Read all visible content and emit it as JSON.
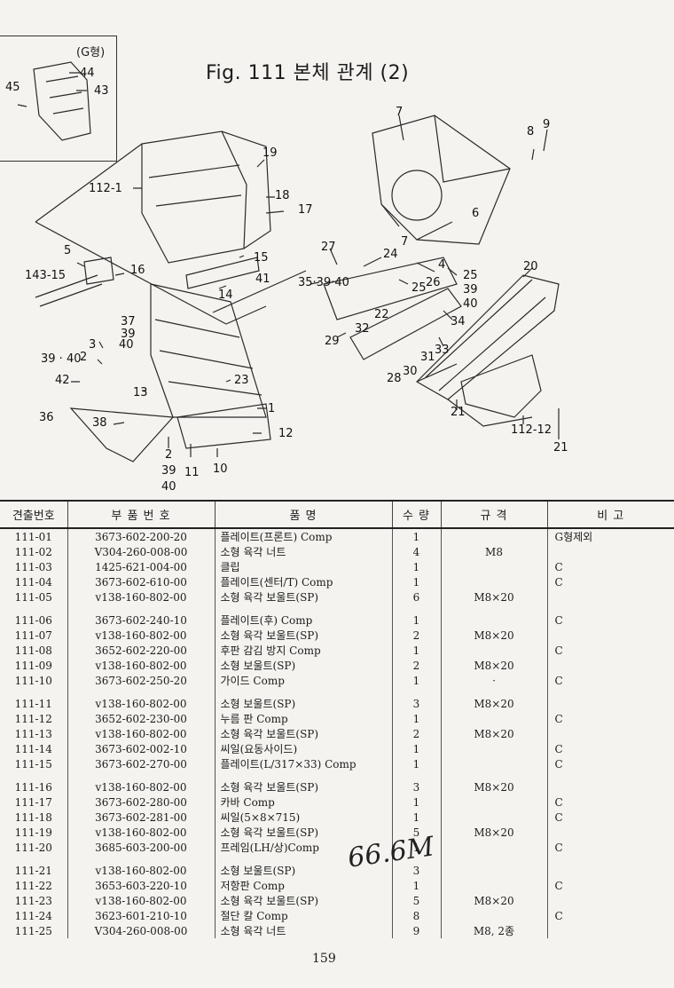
{
  "figure": {
    "title": "Fig. 111  본체 관계 (2)",
    "inset_label": "(G형)"
  },
  "callouts": [
    "44",
    "43",
    "45",
    "7",
    "8",
    "9",
    "112-1",
    "19",
    "18",
    "17",
    "6",
    "7",
    "27",
    "24",
    "4",
    "25",
    "20",
    "15",
    "143-15",
    "16",
    "5",
    "14",
    "41",
    "35·39·40",
    "26",
    "25",
    "39",
    "40",
    "37",
    "39",
    "40",
    "22",
    "32",
    "34",
    "29",
    "31",
    "33",
    "3",
    "39 · 40",
    "2",
    "30",
    "28",
    "42",
    "23",
    "13",
    "1",
    "21",
    "36",
    "38",
    "112-12",
    "12",
    "21",
    "2",
    "39",
    "40",
    "11",
    "10"
  ],
  "table": {
    "headers": [
      "견출번호",
      "부 품 번 호",
      "품          명",
      "수  량",
      "규    격",
      "비  고"
    ],
    "rows": [
      [
        "111-01",
        "3673-602-200-20",
        "플레이트(프론트) Comp",
        "1",
        "",
        "G형제외"
      ],
      [
        "111-02",
        "V304-260-008-00",
        "소형 육각 너트",
        "4",
        "M8",
        ""
      ],
      [
        "111-03",
        "1425-621-004-00",
        "클립",
        "1",
        "",
        "C"
      ],
      [
        "111-04",
        "3673-602-610-00",
        "플레이트(센터/T) Comp",
        "1",
        "",
        "C"
      ],
      [
        "111-05",
        "v138-160-802-00",
        "소형 육각 보울트(SP)",
        "6",
        "M8×20",
        ""
      ],
      [
        "111-06",
        "3673-602-240-10",
        "플레이트(후) Comp",
        "1",
        "",
        "C"
      ],
      [
        "111-07",
        "v138-160-802-00",
        "소형 육각 보울트(SP)",
        "2",
        "M8×20",
        ""
      ],
      [
        "111-08",
        "3652-602-220-00",
        "후판 감김 방지 Comp",
        "1",
        "",
        "C"
      ],
      [
        "111-09",
        "v138-160-802-00",
        "소형 보울트(SP)",
        "2",
        "M8×20",
        ""
      ],
      [
        "111-10",
        "3673-602-250-20",
        "가이드 Comp",
        "1",
        "·",
        "C"
      ],
      [
        "111-11",
        "v138-160-802-00",
        "소형 보울트(SP)",
        "3",
        "M8×20",
        ""
      ],
      [
        "111-12",
        "3652-602-230-00",
        "누름 판 Comp",
        "1",
        "",
        "C"
      ],
      [
        "111-13",
        "v138-160-802-00",
        "소형 육각 보울트(SP)",
        "2",
        "M8×20",
        ""
      ],
      [
        "111-14",
        "3673-602-002-10",
        "씨일(요동사이드)",
        "1",
        "",
        "C"
      ],
      [
        "111-15",
        "3673-602-270-00",
        "플레이트(L/317×33) Comp",
        "1",
        "",
        "C"
      ],
      [
        "111-16",
        "v138-160-802-00",
        "소형 육각 보울트(SP)",
        "3",
        "M8×20",
        ""
      ],
      [
        "111-17",
        "3673-602-280-00",
        "카바 Comp",
        "1",
        "",
        "C"
      ],
      [
        "111-18",
        "3673-602-281-00",
        "씨일(5×8×715)",
        "1",
        "",
        "C"
      ],
      [
        "111-19",
        "v138-160-802-00",
        "소형 육각 보울트(SP)",
        "5",
        "M8×20",
        ""
      ],
      [
        "111-20",
        "3685-603-200-00",
        "프레임(LH/상)Comp",
        "1",
        "",
        "C"
      ],
      [
        "111-21",
        "v138-160-802-00",
        "소형 보울트(SP)",
        "3",
        "",
        ""
      ],
      [
        "111-22",
        "3653-603-220-10",
        "저항판 Comp",
        "1",
        "",
        "C"
      ],
      [
        "111-23",
        "v138-160-802-00",
        "소형 육각 보울트(SP)",
        "5",
        "M8×20",
        ""
      ],
      [
        "111-24",
        "3623-601-210-10",
        "절단 칼 Comp",
        "8",
        "",
        "C"
      ],
      [
        "111-25",
        "V304-260-008-00",
        "소형 육각 너트",
        "9",
        "M8, 2종",
        ""
      ]
    ]
  },
  "handwritten_note": "66.6M",
  "page_number": "159"
}
